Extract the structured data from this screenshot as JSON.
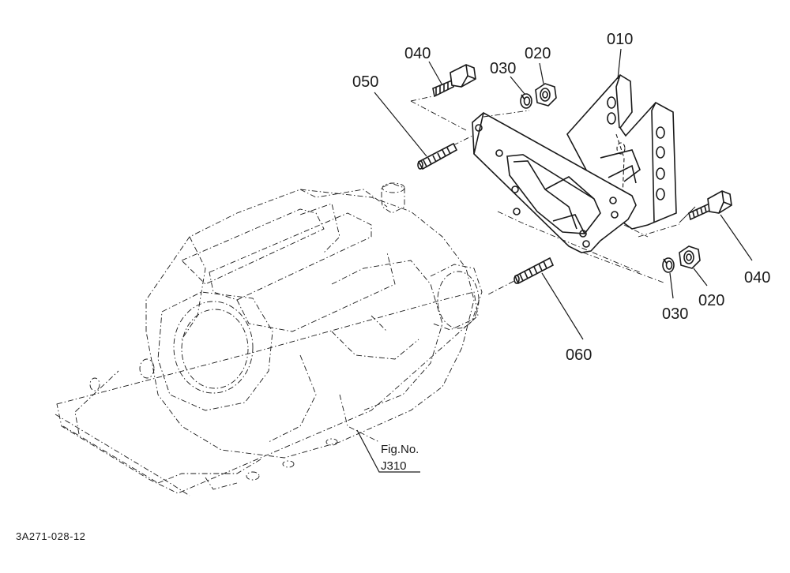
{
  "diagram": {
    "labels": {
      "bracket": "010",
      "nut_top": "020",
      "washer_top": "030",
      "bolt_top": "040",
      "stud_top": "050",
      "bolt_right": "040",
      "washer_right": "030",
      "nut_right": "020",
      "stud_bottom": "060"
    },
    "reference": {
      "line1": "Fig.No.",
      "line2": "J310"
    },
    "drawing_code": "3A271-028-12"
  }
}
